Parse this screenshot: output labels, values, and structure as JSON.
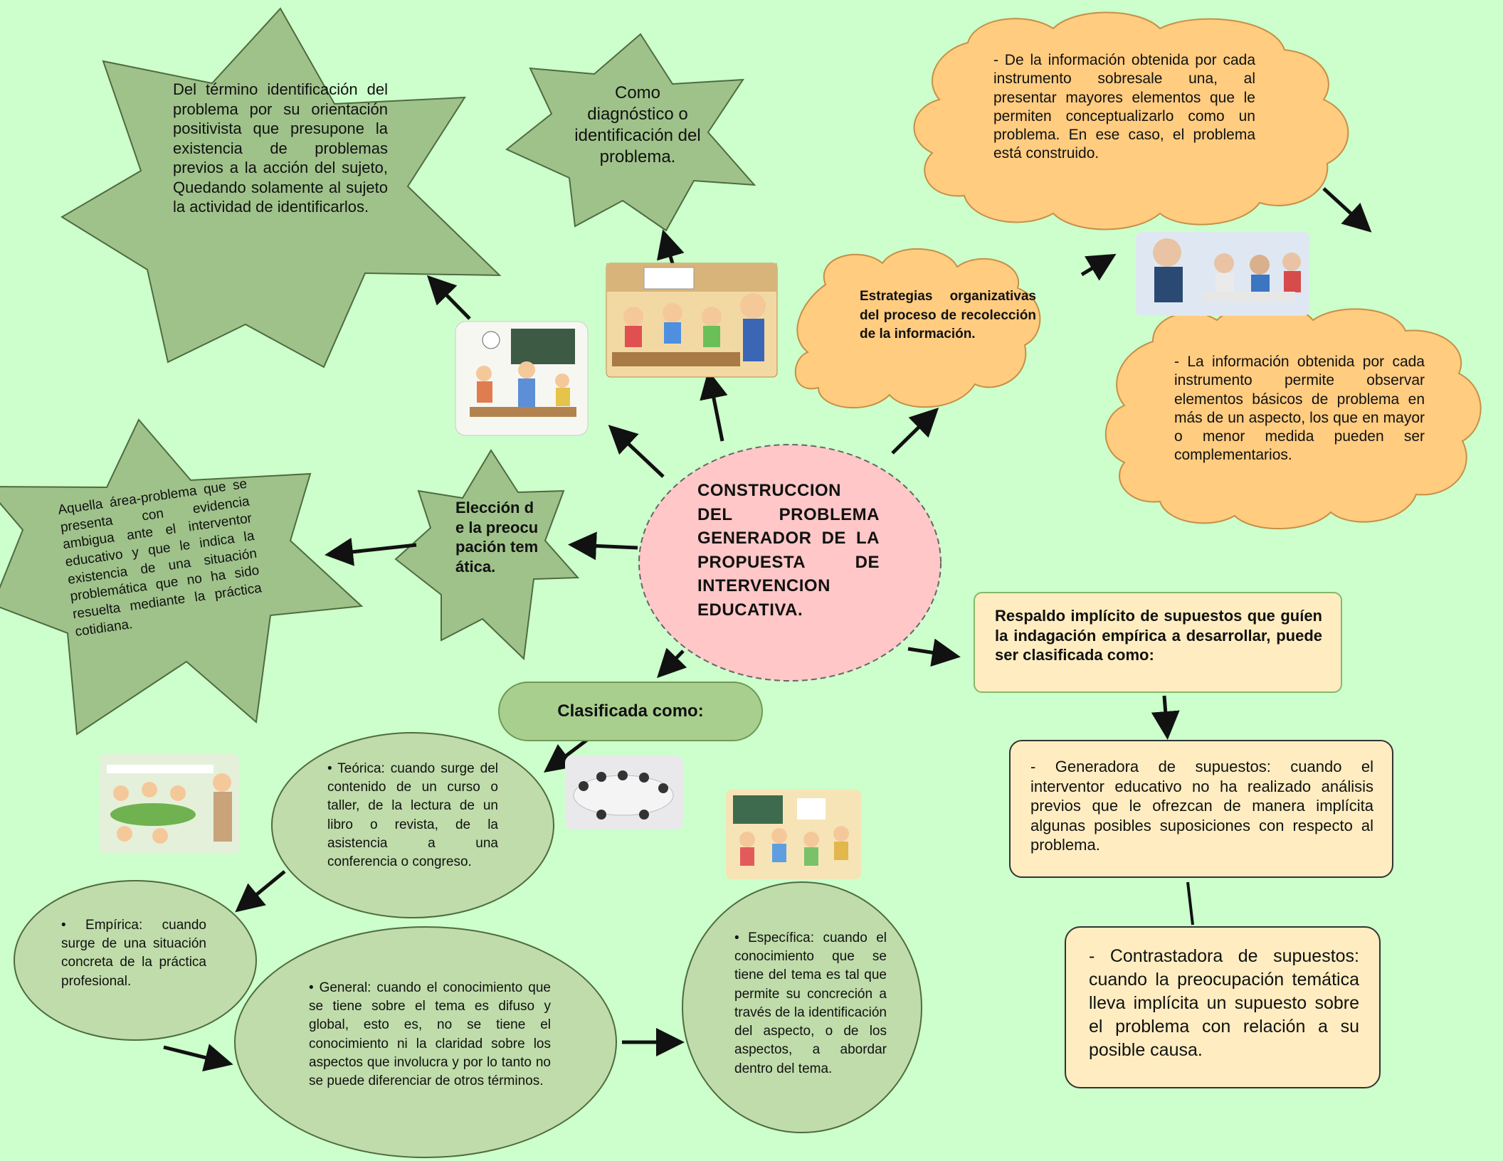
{
  "colors": {
    "background": "#ccffcc",
    "star_fill": "#9fc28a",
    "star_stroke": "#4f6b3f",
    "cloud_fill": "#ffcc80",
    "cloud_stroke": "#c69046",
    "center_fill": "#ffc7c7",
    "oval_fill": "#bfdcaa",
    "yellow_box_fill": "#ffedc1",
    "arrow": "#111111"
  },
  "center": {
    "title": "CONSTRUCCION DEL PROBLEMA GENERADOR DE LA PROPUESTA DE INTERVENCION EDUCATIVA."
  },
  "stars": {
    "top_left": "Del término identificación del problema por su orientación positivista que presupone la existencia de problemas previos a la acción del sujeto, Quedando solamente al sujeto la actividad de identificarlos.",
    "top_middle": "Como diagnóstico o identificación del problema.",
    "left_big": "Aquella área-problema que se presenta con evidencia ambigua ante el interventor educativo y que le indica la existencia de una situación problemática que no ha sido resuelta mediante la práctica cotidiana.",
    "small_middle": "Elección de la preocupación temática."
  },
  "clouds": {
    "strategies": "Estrategias organizativas del proceso de recolección de la información.",
    "top_right": "- De la información obtenida por cada instrumento sobresale una, al presentar mayores elementos que le permiten conceptualizarlo como un problema. En ese caso, el problema está construido.",
    "mid_right": "- La información obtenida por cada instrumento permite observar elementos básicos de problema en más de un aspecto, los que en mayor o menor medida pueden ser complementarios."
  },
  "boxes": {
    "support": "Respaldo implícito de supuestos que guíen la indagación empírica a desarrollar, puede ser clasificada como:",
    "generator": "- Generadora de supuestos: cuando el interventor educativo no ha realizado análisis previos que le ofrezcan de manera implícita algunas posibles suposiciones con respecto al problema.",
    "contrast": "- Contrastadora de supuestos: cuando la preocupación temática lleva implícita un supuesto sobre el problema con relación a su posible causa."
  },
  "classified_label": "Clasificada como:",
  "ovals": {
    "teorica": "• Teórica: cuando surge del contenido de un curso o taller, de la lectura de un libro o revista, de la asistencia a una conferencia o congreso.",
    "empirica": "• Empírica: cuando surge de una situación concreta de la práctica profesional.",
    "general": "• General: cuando el conocimiento que se tiene sobre el tema es difuso y global, esto es, no se tiene el conocimiento ni la claridad sobre los aspectos que involucra y por lo tanto no se puede diferenciar de otros términos.",
    "especifica": "• Específica: cuando el conocimiento que se tiene del tema es tal que permite su concreción a través de la identificación del aspecto, o de los aspectos, a abordar dentro del tema."
  },
  "images": [
    "classroom-illustration",
    "classroom-teacher-illustration",
    "teacher-children-photo",
    "kids-table-illustration",
    "meeting-circle-photo",
    "children-classroom-illustration"
  ]
}
